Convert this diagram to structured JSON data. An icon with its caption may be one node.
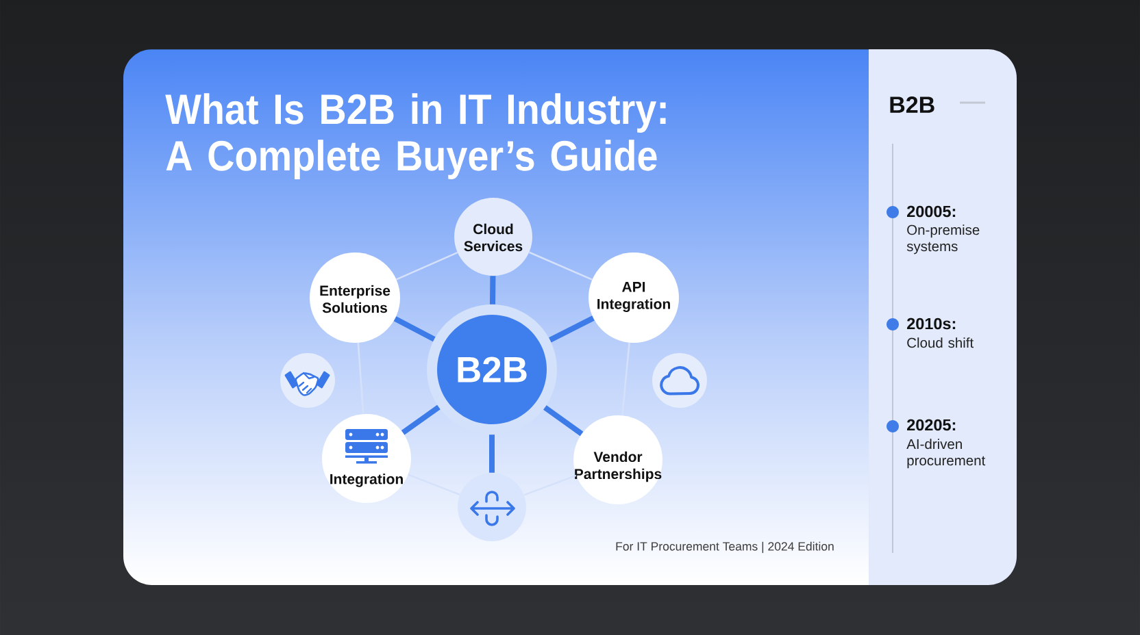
{
  "diagram": {
    "title": "What Is B2B in IT Industry: A Complete Buyer’s Guide",
    "nodes": [
      {
        "text": [
          "Cloud Services"
        ]
      },
      {
        "text": [
          "Enterprise Solutions"
        ]
      },
      {
        "text": [
          "API Integration"
        ]
      },
      {
        "text": [
          "B2B"
        ]
      },
      {
        "text": [],
        "shape": "circle"
      },
      {
        "text": [],
        "shape": "circle"
      },
      {
        "text": [
          "Integration"
        ]
      },
      {
        "text": [
          "Vendor Partnerships"
        ]
      },
      {
        "text": [],
        "shape": "circle"
      }
    ],
    "edges": [
      {
        "from": 3,
        "to": 0,
        "arrow": "none",
        "style": "thick"
      },
      {
        "from": 3,
        "to": 1,
        "arrow": "none",
        "style": "thick"
      },
      {
        "from": 3,
        "to": 2,
        "arrow": "none",
        "style": "thick"
      },
      {
        "from": 3,
        "to": 6,
        "arrow": "none",
        "style": "thick"
      },
      {
        "from": 3,
        "to": 7,
        "arrow": "none",
        "style": "thick"
      },
      {
        "from": 3,
        "to": 8,
        "arrow": "none",
        "style": "thick"
      },
      {
        "from": 0,
        "to": 1,
        "arrow": "none",
        "color": "#d5e1fa"
      },
      {
        "from": 0,
        "to": 2,
        "arrow": "none",
        "color": "#d5e1fa"
      },
      {
        "from": 1,
        "to": 6,
        "arrow": "none",
        "color": "#d5e1fa"
      },
      {
        "from": 2,
        "to": 7,
        "arrow": "none",
        "color": "#d5e1fa"
      },
      {
        "from": 6,
        "to": 8,
        "arrow": "none",
        "color": "#d5e1fa"
      },
      {
        "from": 7,
        "to": 8,
        "arrow": "none",
        "color": "#d5e1fa"
      }
    ],
    "labels": [
      "B2B",
      "20005:",
      "On-premise systems",
      "2010s:",
      "Cloud shift",
      "20205:",
      "AI-driven procurement",
      "For IT Procurement Teams | 2024 Edition"
    ]
  }
}
